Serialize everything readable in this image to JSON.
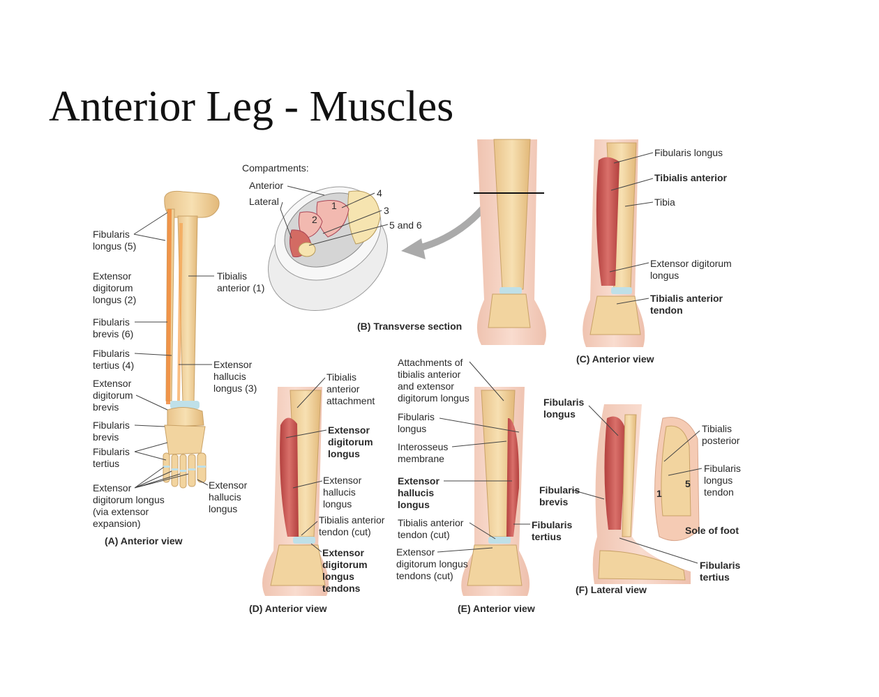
{
  "title": "Anterior Leg  - Muscles",
  "panels": {
    "a": {
      "caption": "(A) Anterior view",
      "labels": {
        "fibularis_longus_5": "Fibularis\nlongus (5)",
        "edl_2": "Extensor\ndigitorum\nlongus (2)",
        "fibularis_brevis_6": "Fibularis\nbrevis (6)",
        "fibularis_tertius_4": "Fibularis\ntertius (4)",
        "ed_brevis": "Extensor\ndigitorum\nbrevis",
        "fibularis_brevis": "Fibularis\nbrevis",
        "fibularis_tertius": "Fibularis\ntertius",
        "edl_expansion": "Extensor\ndigitorum longus\n(via extensor\nexpansion)",
        "tibialis_anterior_1": "Tibialis\nanterior (1)",
        "ehl_3": "Extensor\nhallucis\nlongus (3)",
        "ehl": "Extensor\nhallucis\nlongus"
      }
    },
    "b": {
      "caption": "(B) Transverse section",
      "labels": {
        "compartments": "Compartments:",
        "anterior": "Anterior",
        "lateral": "Lateral",
        "n1": "1",
        "n2": "2",
        "n3": "3",
        "n4": "4",
        "n56": "5 and 6"
      }
    },
    "c": {
      "caption": "(C) Anterior view",
      "labels": {
        "fibularis_longus": "Fibularis longus",
        "tibialis_anterior": "Tibialis anterior",
        "tibia": "Tibia",
        "edl": "Extensor digitorum\nlongus",
        "ta_tendon": "Tibialis anterior\ntendon"
      }
    },
    "d": {
      "caption": "(D) Anterior view",
      "labels": {
        "ta_attachment": "Tibialis\nanterior\nattachment",
        "edl": "Extensor\ndigitorum\nlongus",
        "ehl": "Extensor\nhallucis\nlongus",
        "ta_tendon_cut": "Tibialis anterior\ntendon (cut)",
        "edl_tendons": "Extensor\ndigitorum\nlongus\ntendons"
      }
    },
    "e": {
      "caption": "(E) Anterior view",
      "labels": {
        "attachments": "Attachments of\ntibialis anterior\nand extensor\ndigitorum longus",
        "fibularis_longus": "Fibularis\nlongus",
        "interosseus": "Interosseus\nmembrane",
        "ehl": "Extensor\nhallucis\nlongus",
        "ta_tendon_cut": "Tibialis anterior\ntendon (cut)",
        "edl_tendons_cut": "Extensor\ndigitorum longus\ntendons (cut)",
        "fibularis_tertius": "Fibularis\ntertius"
      }
    },
    "f": {
      "caption": "(F) Lateral view",
      "labels": {
        "fibularis_longus": "Fibularis\nlongus",
        "fibularis_brevis": "Fibularis\nbrevis",
        "tibialis_posterior": "Tibialis\nposterior",
        "fl_tendon": "Fibularis\nlongus\ntendon",
        "n1": "1",
        "n5": "5",
        "sole": "Sole of foot",
        "fibularis_tertius": "Fibularis\ntertius"
      }
    }
  },
  "colors": {
    "bone": "#f3d6a0",
    "bone_edge": "#c9a267",
    "muscle": "#c9514f",
    "muscle_light": "#e39a90",
    "skin": "#f5d2c4",
    "cartilage": "#bfe0e8",
    "fibularis_orange": "#f08a3c",
    "leader": "#444444"
  }
}
